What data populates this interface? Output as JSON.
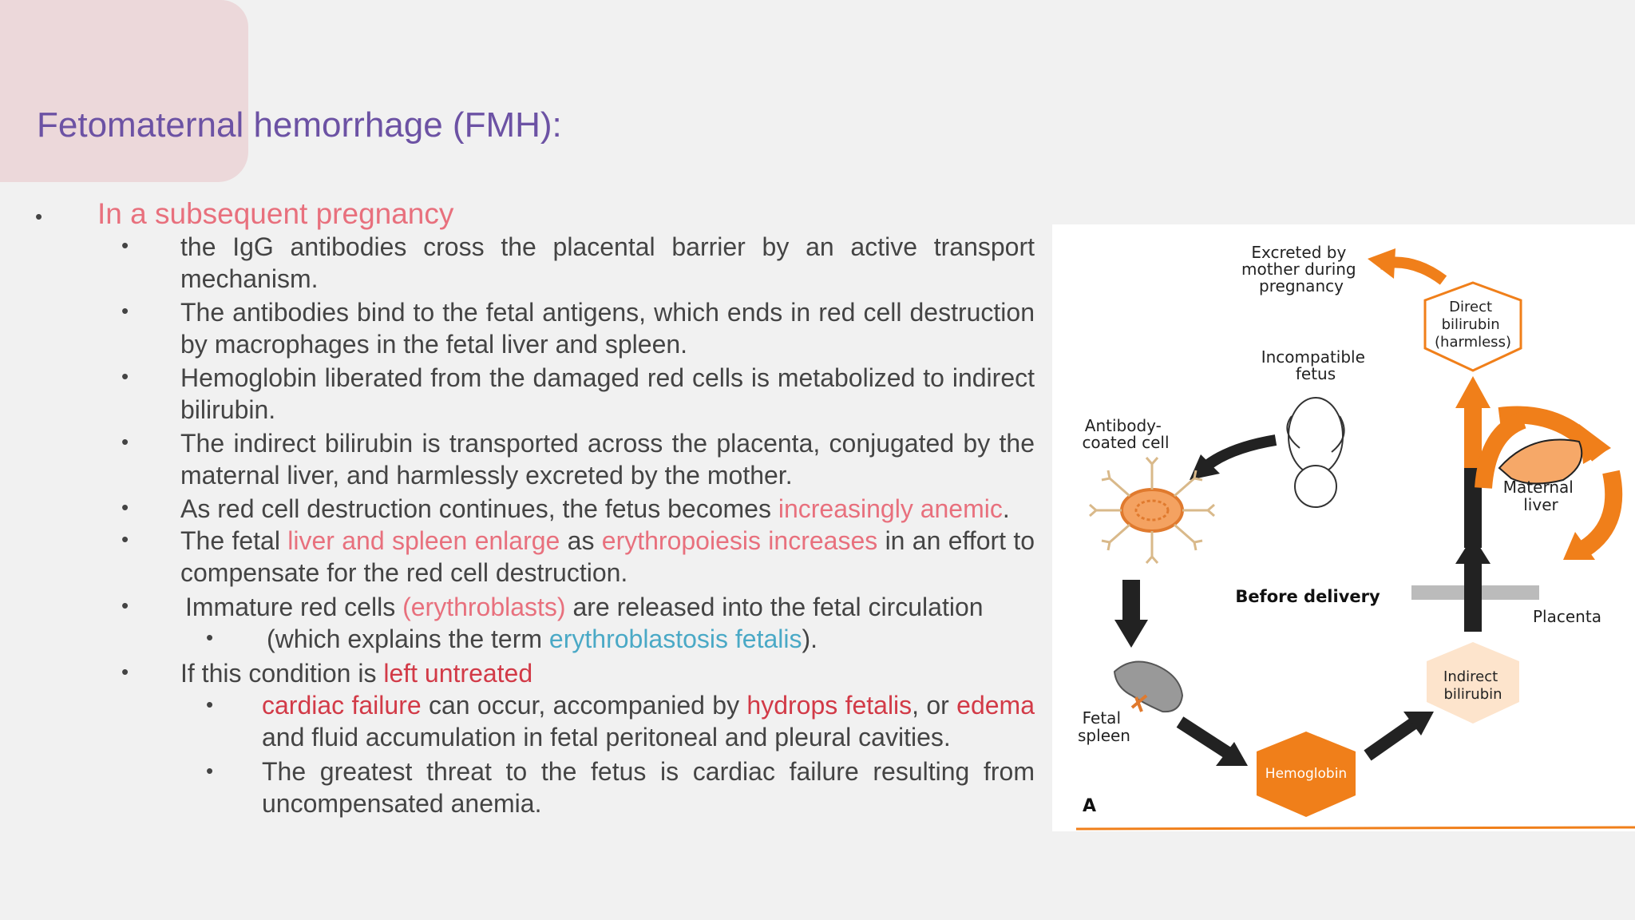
{
  "slide": {
    "title": "Fetomaternal hemorrhage (FMH):",
    "heading": "In a subsequent pregnancy",
    "bullets": {
      "b1": "the IgG antibodies cross the placental barrier by an active transport mechanism.",
      "b2": "The antibodies bind to the fetal antigens, which ends in red cell destruction by macrophages in the fetal liver and spleen.",
      "b3": "Hemoglobin liberated from the damaged red cells is metabolized to indirect bilirubin.",
      "b4": "The indirect bilirubin is transported across the placenta, conjugated by the maternal liver, and harmlessly excreted by the mother.",
      "b5": {
        "a": "As red cell destruction continues, the fetus becomes ",
        "hl": "increasingly anemic",
        "b": "."
      },
      "b6": {
        "a": "The fetal ",
        "hl1": "liver and spleen enlarge",
        "b": " as ",
        "hl2": "erythropoiesis increases",
        "c": " in an effort to compensate for the red cell destruction."
      },
      "b7": {
        "a": "Immature red cells ",
        "hl": "(erythroblasts)",
        "b": " are released into the fetal circulation"
      },
      "b7sub": {
        "a": "(which explains the term ",
        "hl": "erythroblastosis fetalis",
        "b": ")."
      },
      "b8": {
        "a": "If this condition is ",
        "hl": "left untreated"
      },
      "b8sub1": {
        "hl1": "cardiac failure",
        "a": " can occur, accompanied by ",
        "hl2": "hydrops fetalis",
        "b": ", or ",
        "hl3": "edema",
        "c": " and fluid accumulation in fetal peritoneal and pleural cavities."
      },
      "b8sub2": "The greatest threat to the fetus is cardiac failure resulting from uncompensated anemia."
    }
  },
  "diagram": {
    "excreted": [
      "Excreted by",
      "mother during",
      "pregnancy"
    ],
    "direct": [
      "Direct",
      "bilirubin",
      "(harmless)"
    ],
    "incompatible": [
      "Incompatible",
      "fetus"
    ],
    "antibody": [
      "Antibody-",
      "coated cell"
    ],
    "maternal_liver": [
      "Maternal",
      "liver"
    ],
    "before_delivery": "Before delivery",
    "placenta": "Placenta",
    "fetal_spleen": [
      "Fetal",
      "spleen"
    ],
    "indirect": [
      "Indirect",
      "bilirubin"
    ],
    "hemoglobin": "Hemoglobin",
    "panel_letter": "A"
  },
  "colors": {
    "title": "#6c52a4",
    "pink": "#e8707d",
    "blue": "#4aa9c6",
    "red": "#d23a47",
    "orange": "#f07f1a"
  }
}
